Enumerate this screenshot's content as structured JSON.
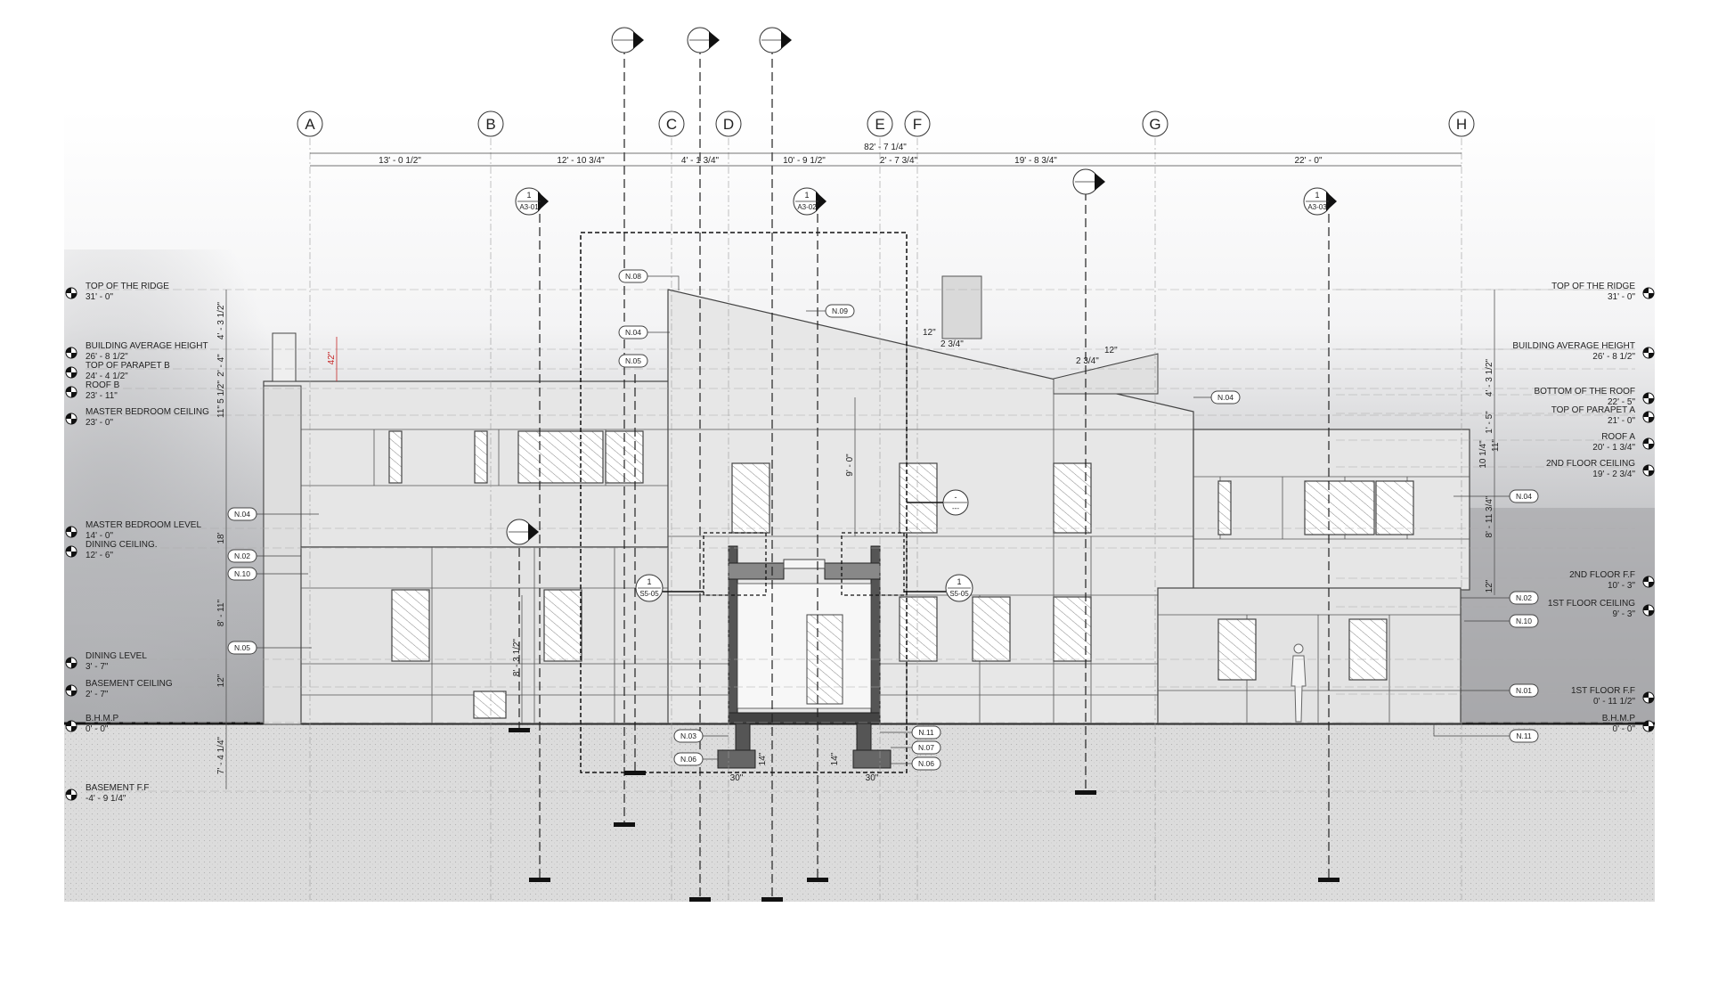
{
  "drawing": {
    "grid_labels": [
      "A",
      "B",
      "C",
      "D",
      "E",
      "F",
      "G",
      "H"
    ],
    "overall_dimension": "82' - 7 1/4\"",
    "bay_dimensions": [
      "13' - 0 1/2\"",
      "12' - 10 3/4\"",
      "4' - 1 3/4\"",
      "10' - 9 1/2\"",
      "2' - 7 3/4\"",
      "19' - 8 3/4\"",
      "22' - 0\""
    ],
    "levels_left": [
      {
        "name": "TOP OF THE RIDGE",
        "value": "31' - 0\""
      },
      {
        "name": "BUILDING AVERAGE HEIGHT",
        "value": "26' - 8 1/2\""
      },
      {
        "name": "TOP OF PARAPET B",
        "value": "24' - 4 1/2\""
      },
      {
        "name": "ROOF B",
        "value": "23' - 11\""
      },
      {
        "name": "MASTER BEDROOM CEILING",
        "value": "23' - 0\""
      },
      {
        "name": "MASTER BEDROOM LEVEL",
        "value": "14' - 0\""
      },
      {
        "name": "DINING CEILING.",
        "value": "12' - 6\""
      },
      {
        "name": "DINING LEVEL",
        "value": "3' - 7\""
      },
      {
        "name": " BASEMENT CEILING",
        "value": "2' - 7\""
      },
      {
        "name": "B.H.M.P",
        "value": "0' - 0\""
      },
      {
        "name": "BASEMENT F.F",
        "value": "-4' - 9 1/4\""
      }
    ],
    "levels_right": [
      {
        "name": "TOP OF THE RIDGE",
        "value": "31' - 0\""
      },
      {
        "name": "BUILDING AVERAGE HEIGHT",
        "value": "26' - 8 1/2\""
      },
      {
        "name": "BOTTOM OF THE ROOF",
        "value": "22' - 5\""
      },
      {
        "name": "TOP OF PARAPET A",
        "value": "21' - 0\""
      },
      {
        "name": "ROOF A",
        "value": "20' - 1 3/4\""
      },
      {
        "name": "2ND FLOOR CEILING",
        "value": "19' - 2 3/4\""
      },
      {
        "name": "2ND FLOOR F.F",
        "value": "10' - 3\""
      },
      {
        "name": "1ST FLOOR CEILING",
        "value": "9' - 3\""
      },
      {
        "name": "1ST FLOOR F.F",
        "value": "0' - 11 1/2\""
      },
      {
        "name": "B.H.M.P",
        "value": "0' - 0\""
      }
    ],
    "vertical_dims_left": [
      "4' - 3 1/2\"",
      "2' - 4\"",
      "5 1/2\"",
      "11\"",
      "18'",
      "8' - 11\"",
      "12\"",
      "7' - 4 1/4\"",
      "8' - 3 1/2\""
    ],
    "vertical_dims_right": [
      "4' - 3 1/2\"",
      "1' - 5\"",
      "11\"",
      "10 1/4\"",
      "8' - 11 3/4\"",
      "12\""
    ],
    "misc_dims": {
      "parapet_red": "42\"",
      "center_height": "9' - 0\"",
      "slope_a": "12\"",
      "slope_b": "2 3/4\"",
      "slope_c": "12\"",
      "slope_d": "2 3/4\"",
      "footing_h_l": "14\"",
      "footing_h_r": "14\"",
      "footing_w_l": "30\"",
      "footing_w_r": "30\""
    },
    "section_marks": [
      {
        "num": "1",
        "ref": "A3-01"
      },
      {
        "num": "1",
        "ref": "A3-02"
      },
      {
        "num": "1",
        "ref": "A3-03"
      },
      {
        "num": "1",
        "ref": "S5-05"
      },
      {
        "num": "1",
        "ref": "S5-05"
      },
      {
        "num": "-",
        "ref": "---"
      }
    ],
    "tags": [
      "N.08",
      "N.09",
      "N.04",
      "N.05",
      "N.04",
      "N.04",
      "N.02",
      "N.10",
      "N.05",
      "N.04",
      "N.02",
      "N.10",
      "N.01",
      "N.11",
      "N.03",
      "N.06",
      "N.11",
      "N.07",
      "N.06"
    ],
    "colors": {
      "line": "#333333",
      "sky": "#cfd0d2",
      "ground": "#d8d8d8",
      "red": "#c62828"
    }
  }
}
